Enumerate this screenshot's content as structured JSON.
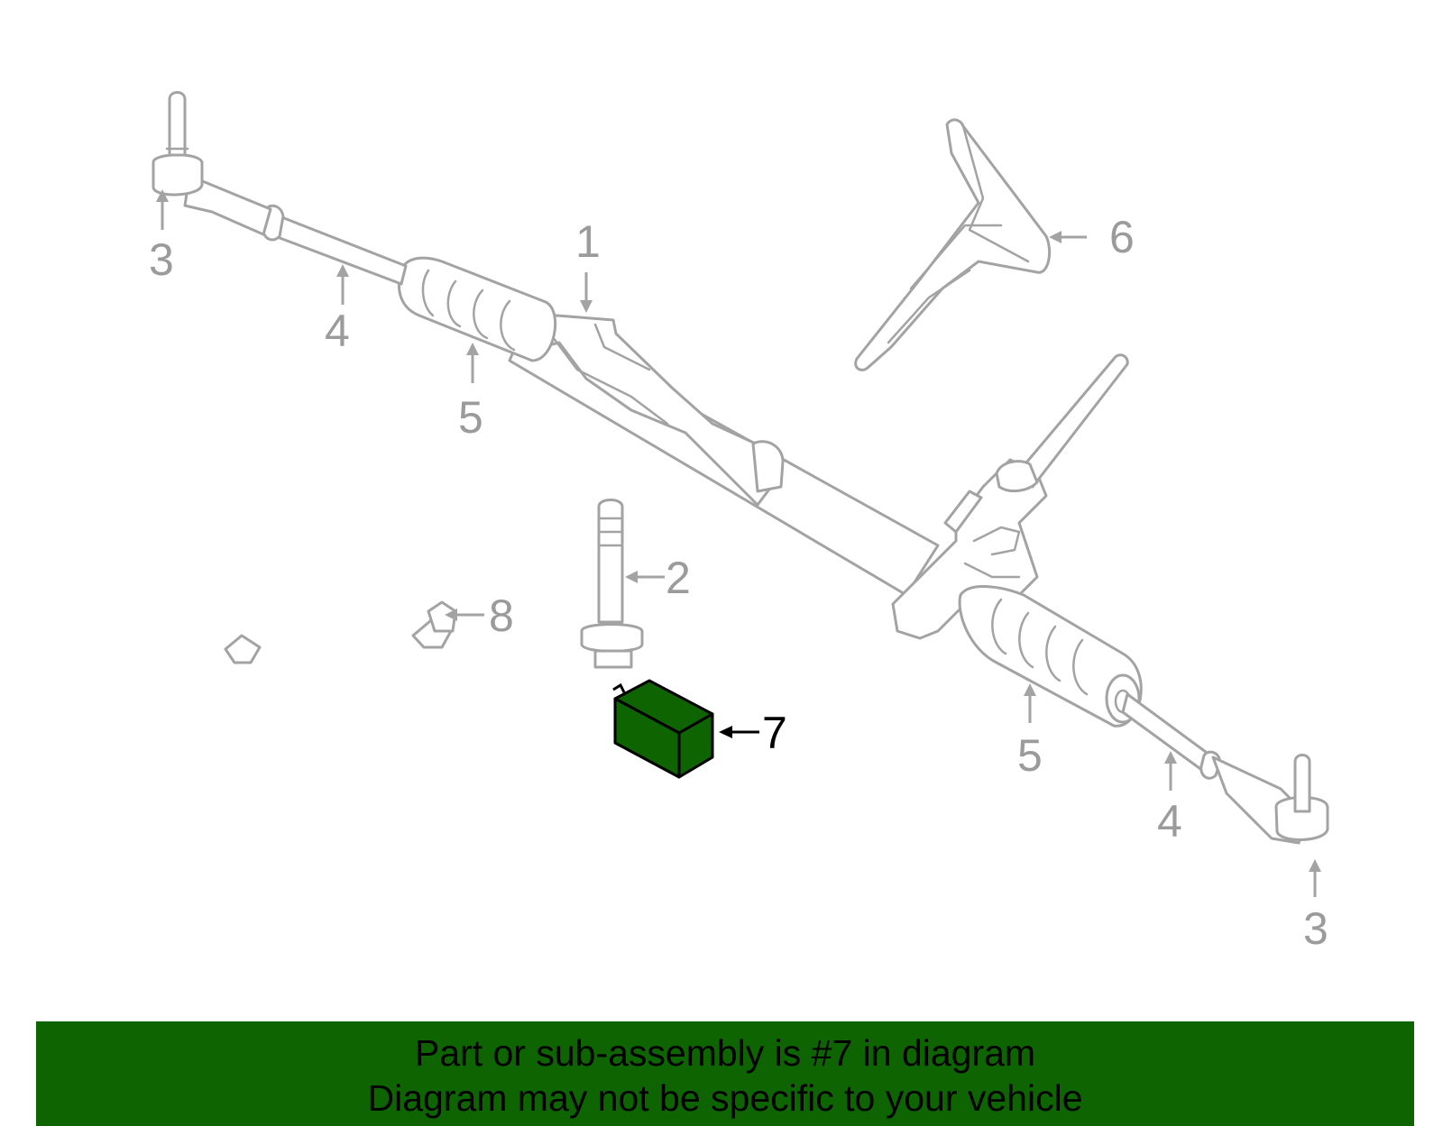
{
  "diagram": {
    "highlighted_part": "7",
    "callouts": [
      {
        "id": "c3a",
        "label": "3"
      },
      {
        "id": "c4a",
        "label": "4"
      },
      {
        "id": "c5a",
        "label": "5"
      },
      {
        "id": "c1",
        "label": "1"
      },
      {
        "id": "c6",
        "label": "6"
      },
      {
        "id": "c2",
        "label": "2"
      },
      {
        "id": "c8",
        "label": "8"
      },
      {
        "id": "c7",
        "label": "7"
      },
      {
        "id": "c5b",
        "label": "5"
      },
      {
        "id": "c4b",
        "label": "4"
      },
      {
        "id": "c3b",
        "label": "3"
      }
    ],
    "colors": {
      "highlight": "#0d6400",
      "parts": "#a3a3a3",
      "labels": "#9b9b9b"
    }
  },
  "banner": {
    "line1": "Part or sub-assembly is #7 in diagram",
    "line2": "Diagram may not be specific to your vehicle"
  }
}
